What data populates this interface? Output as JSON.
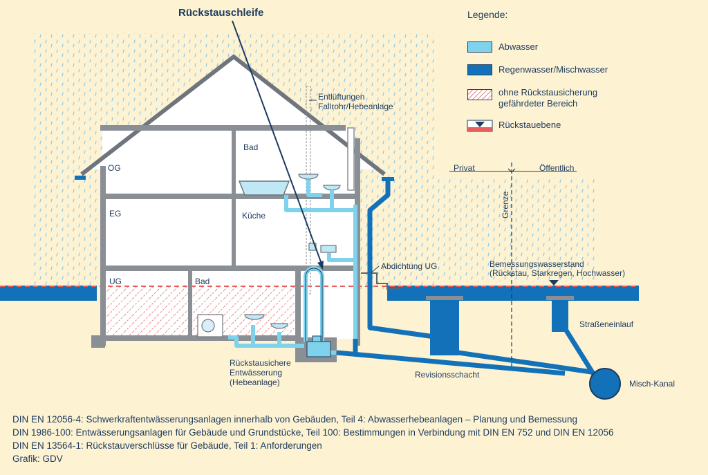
{
  "title": "Rückstauschleife",
  "legend": {
    "heading": "Legende:",
    "items": [
      {
        "label": "Abwasser",
        "color": "#7fd2ec"
      },
      {
        "label": "Regenwasser/Mischwasser",
        "color": "#1271b8"
      },
      {
        "label_line1": "ohne Rückstausicherung",
        "label_line2": "gefährdeter Bereich",
        "color": "#e85d5d"
      },
      {
        "label": "Rückstauebene",
        "color": "#1d3a5f"
      }
    ]
  },
  "labels": {
    "og": "OG",
    "eg": "EG",
    "ug": "UG",
    "bad_top": "Bad",
    "kueche": "Küche",
    "bad_ug": "Bad",
    "vent_line1": "Entlüftungen",
    "vent_line2": "Fallrohr/Hebeanlage",
    "abdichtung": "Abdichtung UG",
    "privat": "Privat",
    "oeffentlich": "Öffentlich",
    "grenze": "Grenze",
    "bemessung_line1": "Bemessungswasserstand",
    "bemessung_line2": "(Rückstau, Starkregen, Hochwasser)",
    "strasseneinlauf": "Straßeneinlauf",
    "revisionsschacht": "Revisionsschacht",
    "mischkanal": "Misch-Kanal",
    "hebe_line1": "Rückstausichere",
    "hebe_line2": "Entwässerung",
    "hebe_line3": "(Hebeanlage)"
  },
  "footer": [
    "DIN EN 12056-4: Schwerkraftentwässerungsanlagen innerhalb von Gebäuden, Teil 4: Abwasserhebeanlagen – Planung und Bemessung",
    "DIN 1986-100: Entwässerungsanlagen für Gebäude und Grundstücke, Teil 100: Bestimmungen in Verbindung mit DIN EN 752 und DIN EN 12056",
    "DIN EN 13564-1: Rückstauverschlüsse für Gebäude, Teil 1: Anforderungen",
    "Grafik: GDV"
  ],
  "colors": {
    "background": "#fdf3d2",
    "wastewater": "#7fd2ec",
    "stormwater": "#1271b8",
    "wall": "#8a8f96",
    "navy": "#1d3a5f",
    "danger": "#e85d5d"
  }
}
